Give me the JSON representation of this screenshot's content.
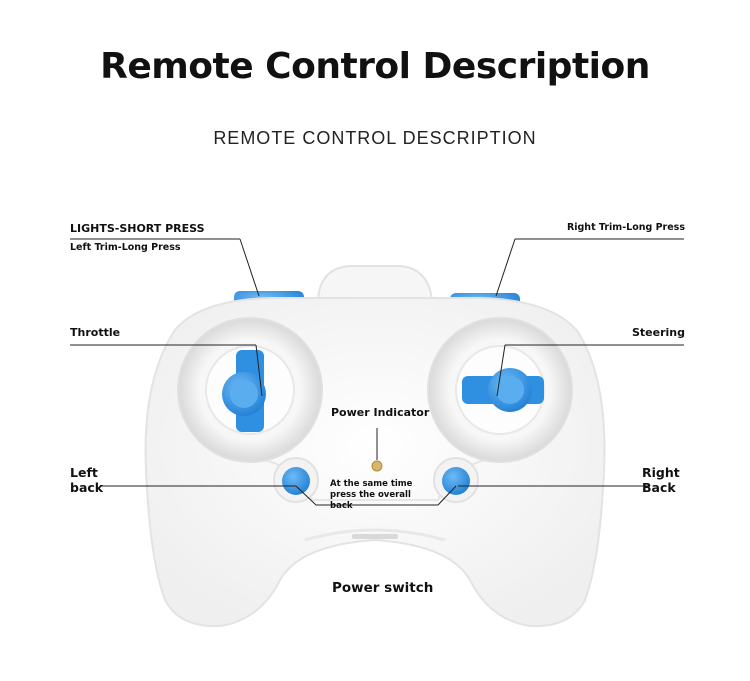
{
  "title": "Remote Control Description",
  "subtitle": "REMOTE CONTROL DESCRIPTION",
  "labels": {
    "lights": "LIGHTS-SHORT PRESS",
    "left_trim": "Left Trim-Long Press",
    "right_trim": "Right Trim-Long Press",
    "throttle": "Throttle",
    "steering": "Steering",
    "power_indicator": "Power Indicator",
    "left_back_1": "Left",
    "left_back_2": "back",
    "right_back_1": "Right",
    "right_back_2": "Back",
    "same_time_1": "At the same time",
    "same_time_2": "press the overall",
    "same_time_3": "back",
    "power_switch": "Power switch"
  },
  "colors": {
    "accent_blue": "#2f8fe0",
    "body_white": "#fbfbfb",
    "outline_gray": "#e3e3e3",
    "indicator_gold": "#d8b66a"
  }
}
